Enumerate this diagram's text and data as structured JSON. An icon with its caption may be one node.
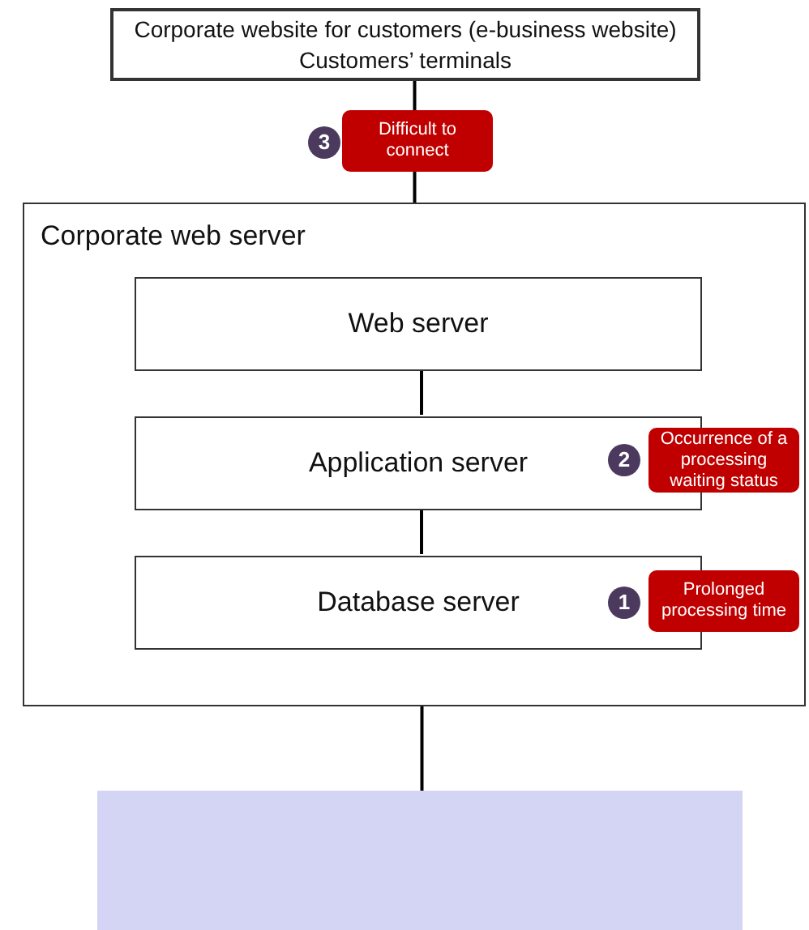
{
  "diagram": {
    "nodes": [
      {
        "text": [
          "Corporate  website for customers (e-business  website)",
          "Customers’ terminals"
        ]
      },
      {
        "text": [
          "Corporate web server"
        ]
      },
      {
        "text": [
          "Web server"
        ],
        "in": 1
      },
      {
        "text": [
          "Application server"
        ],
        "in": 1
      },
      {
        "text": [
          "Database server"
        ],
        "in": 1
      },
      {
        "text": [],
        "shape": "box"
      }
    ],
    "edges": [
      {
        "from": 0,
        "to": 1,
        "arrow": "none"
      },
      {
        "from": 2,
        "to": 3,
        "arrow": "none"
      },
      {
        "from": 3,
        "to": 4,
        "arrow": "none"
      },
      {
        "from": 1,
        "to": 5,
        "arrow": "none"
      }
    ],
    "labels": [
      "3",
      "Difficult to connect",
      "2",
      "Occurrence of a processing waiting status",
      "1",
      "Prolonged processing time"
    ]
  }
}
